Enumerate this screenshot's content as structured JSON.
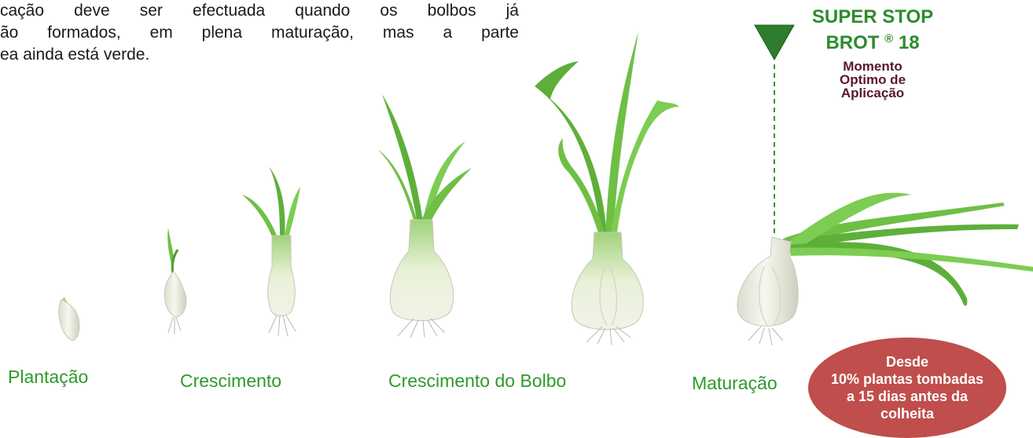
{
  "intro": {
    "lines": [
      "cação deve ser efectuada quando os bolbos já",
      "ão formados, em plena maturação, mas a parte",
      "ea ainda está verde."
    ]
  },
  "stages": [
    {
      "label": "Plantação"
    },
    {
      "label": "Crescimento"
    },
    {
      "label": "Crescimento do Bolbo"
    },
    {
      "label": "Maturação"
    }
  ],
  "product": {
    "name_line1": "SUPER STOP",
    "name_line2": "BROT",
    "registered": "®",
    "number": "18",
    "moment_lines": [
      "Momento",
      "Optimo de",
      "Aplicação"
    ]
  },
  "timing": {
    "lines": [
      "Desde",
      "10% plantas tombadas",
      "a 15 dias antes da",
      "colheita"
    ]
  },
  "colors": {
    "label_green": "#2e9a2a",
    "marker_green": "#2e7d2e",
    "moment_text": "#5a1630",
    "oval_fill": "#bf4e4c",
    "leaf_green": "#6fbf45"
  }
}
